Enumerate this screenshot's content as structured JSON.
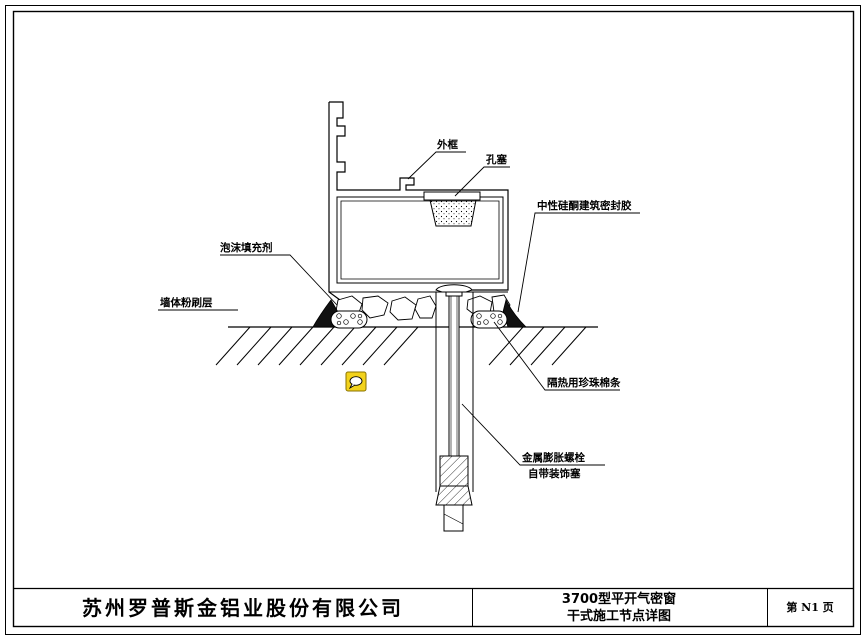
{
  "labels": {
    "outer_frame": "外框",
    "hole_plug": "孔塞",
    "sealant": "中性硅酮建筑密封胶",
    "foam_filler": "泡沫填充剂",
    "wall_plaster": "墙体粉刷层",
    "pearl_cotton": "隔热用珍珠棉条",
    "bolt_line1": "金属膨胀螺栓",
    "bolt_line2": "自带装饰塞"
  },
  "title_block": {
    "company": "苏州罗普斯金铝业股份有限公司",
    "title_line1": "3700型平开气密窗",
    "title_line2": "干式施工节点详图",
    "page": "第 N1 页"
  },
  "colors": {
    "line": "#000000",
    "comment_icon": "#f2d21c"
  },
  "icons": {
    "comment": "speech-bubble-icon"
  }
}
